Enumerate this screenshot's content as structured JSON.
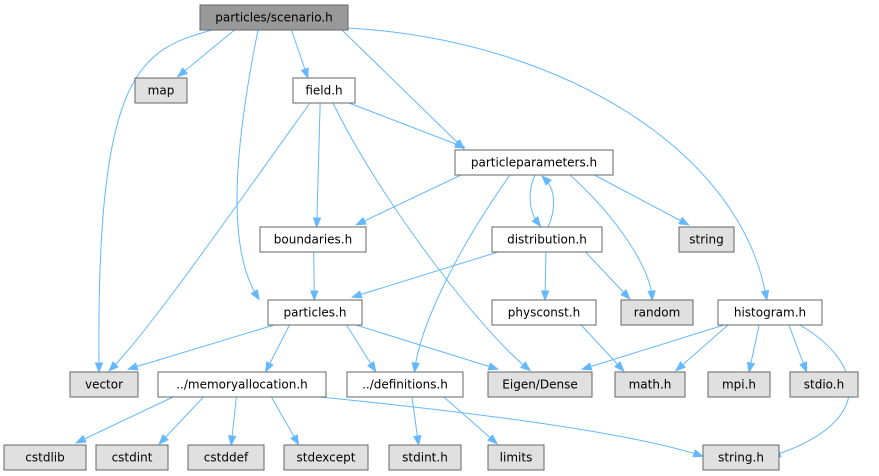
{
  "diagram": {
    "nodes": [
      {
        "id": "scenario",
        "label": "particles/scenario.h",
        "kind": "root"
      },
      {
        "id": "map",
        "label": "map",
        "kind": "external"
      },
      {
        "id": "field",
        "label": "field.h",
        "kind": "file"
      },
      {
        "id": "pparams",
        "label": "particleparameters.h",
        "kind": "file"
      },
      {
        "id": "string",
        "label": "string",
        "kind": "external"
      },
      {
        "id": "boundaries",
        "label": "boundaries.h",
        "kind": "file"
      },
      {
        "id": "distribution",
        "label": "distribution.h",
        "kind": "file"
      },
      {
        "id": "particles",
        "label": "particles.h",
        "kind": "file"
      },
      {
        "id": "physconst",
        "label": "physconst.h",
        "kind": "file"
      },
      {
        "id": "random",
        "label": "random",
        "kind": "external"
      },
      {
        "id": "histogram",
        "label": "histogram.h",
        "kind": "file"
      },
      {
        "id": "vector",
        "label": "vector",
        "kind": "external"
      },
      {
        "id": "memalloc",
        "label": "../memoryallocation.h",
        "kind": "file"
      },
      {
        "id": "definitions",
        "label": "../definitions.h",
        "kind": "file"
      },
      {
        "id": "eigen",
        "label": "Eigen/Dense",
        "kind": "external"
      },
      {
        "id": "math",
        "label": "math.h",
        "kind": "external"
      },
      {
        "id": "mpi",
        "label": "mpi.h",
        "kind": "external"
      },
      {
        "id": "stdio",
        "label": "stdio.h",
        "kind": "external"
      },
      {
        "id": "cstdlib",
        "label": "cstdlib",
        "kind": "external"
      },
      {
        "id": "cstdint",
        "label": "cstdint",
        "kind": "external"
      },
      {
        "id": "cstddef",
        "label": "cstddef",
        "kind": "external"
      },
      {
        "id": "stdexcept",
        "label": "stdexcept",
        "kind": "external"
      },
      {
        "id": "stdinth",
        "label": "stdint.h",
        "kind": "external"
      },
      {
        "id": "limits",
        "label": "limits",
        "kind": "external"
      },
      {
        "id": "stringh",
        "label": "string.h",
        "kind": "external"
      }
    ],
    "edges": [
      {
        "from": "scenario",
        "to": "map"
      },
      {
        "from": "scenario",
        "to": "vector"
      },
      {
        "from": "scenario",
        "to": "field"
      },
      {
        "from": "scenario",
        "to": "pparams"
      },
      {
        "from": "scenario",
        "to": "particles"
      },
      {
        "from": "scenario",
        "to": "histogram"
      },
      {
        "from": "field",
        "to": "pparams"
      },
      {
        "from": "field",
        "to": "boundaries"
      },
      {
        "from": "field",
        "to": "vector"
      },
      {
        "from": "field",
        "to": "eigen"
      },
      {
        "from": "pparams",
        "to": "boundaries"
      },
      {
        "from": "pparams",
        "to": "distribution"
      },
      {
        "from": "pparams",
        "to": "string"
      },
      {
        "from": "pparams",
        "to": "random"
      },
      {
        "from": "pparams",
        "to": "definitions"
      },
      {
        "from": "distribution",
        "to": "pparams"
      },
      {
        "from": "distribution",
        "to": "particles"
      },
      {
        "from": "distribution",
        "to": "physconst"
      },
      {
        "from": "distribution",
        "to": "random"
      },
      {
        "from": "boundaries",
        "to": "particles"
      },
      {
        "from": "particles",
        "to": "vector"
      },
      {
        "from": "particles",
        "to": "memalloc"
      },
      {
        "from": "particles",
        "to": "definitions"
      },
      {
        "from": "particles",
        "to": "eigen"
      },
      {
        "from": "physconst",
        "to": "math"
      },
      {
        "from": "histogram",
        "to": "eigen"
      },
      {
        "from": "histogram",
        "to": "math"
      },
      {
        "from": "histogram",
        "to": "mpi"
      },
      {
        "from": "histogram",
        "to": "stdio"
      },
      {
        "from": "histogram",
        "to": "stringh"
      },
      {
        "from": "memalloc",
        "to": "cstdlib"
      },
      {
        "from": "memalloc",
        "to": "cstdint"
      },
      {
        "from": "memalloc",
        "to": "cstddef"
      },
      {
        "from": "memalloc",
        "to": "stdexcept"
      },
      {
        "from": "memalloc",
        "to": "stringh"
      },
      {
        "from": "definitions",
        "to": "stdinth"
      },
      {
        "from": "definitions",
        "to": "limits"
      }
    ]
  },
  "colors": {
    "root_fill": "#999999",
    "file_fill": "#ffffff",
    "external_fill": "#e0e0e0",
    "border": "#666666",
    "edge": "#63b8ff"
  }
}
